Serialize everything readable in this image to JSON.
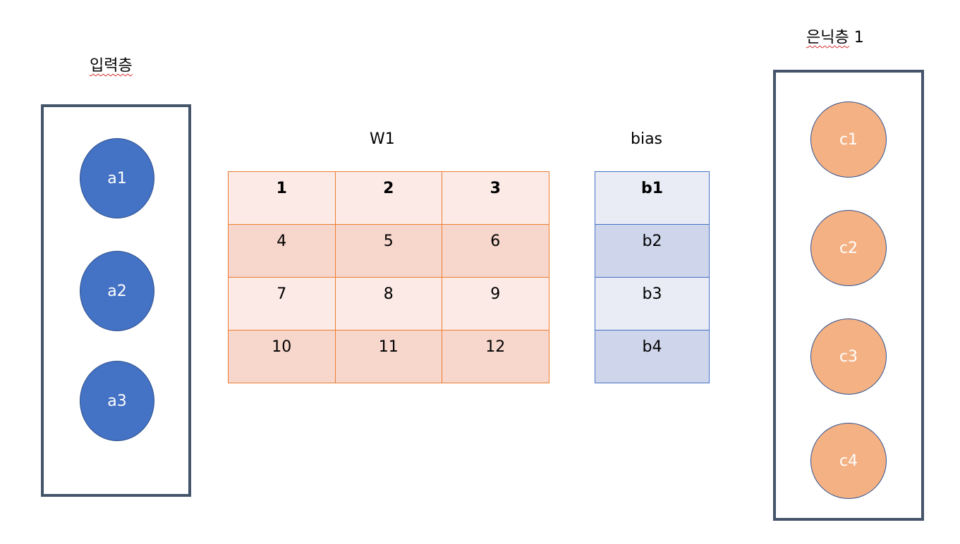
{
  "input_layer": {
    "title": "입력층",
    "nodes": [
      "a1",
      "a2",
      "a3"
    ]
  },
  "hidden_layer": {
    "title": "은닉층",
    "title_suffix": "1",
    "nodes": [
      "c1",
      "c2",
      "c3",
      "c4"
    ]
  },
  "weights": {
    "title": "W1",
    "rows": [
      [
        "1",
        "2",
        "3"
      ],
      [
        "4",
        "5",
        "6"
      ],
      [
        "7",
        "8",
        "9"
      ],
      [
        "10",
        "11",
        "12"
      ]
    ]
  },
  "bias": {
    "title": "bias",
    "rows": [
      "b1",
      "b2",
      "b3",
      "b4"
    ]
  },
  "colors": {
    "input_node": "#4472c4",
    "hidden_node": "#f4b183",
    "layer_border": "#44546a",
    "weights_border": "#ed7d31",
    "bias_border": "#4472c4"
  }
}
